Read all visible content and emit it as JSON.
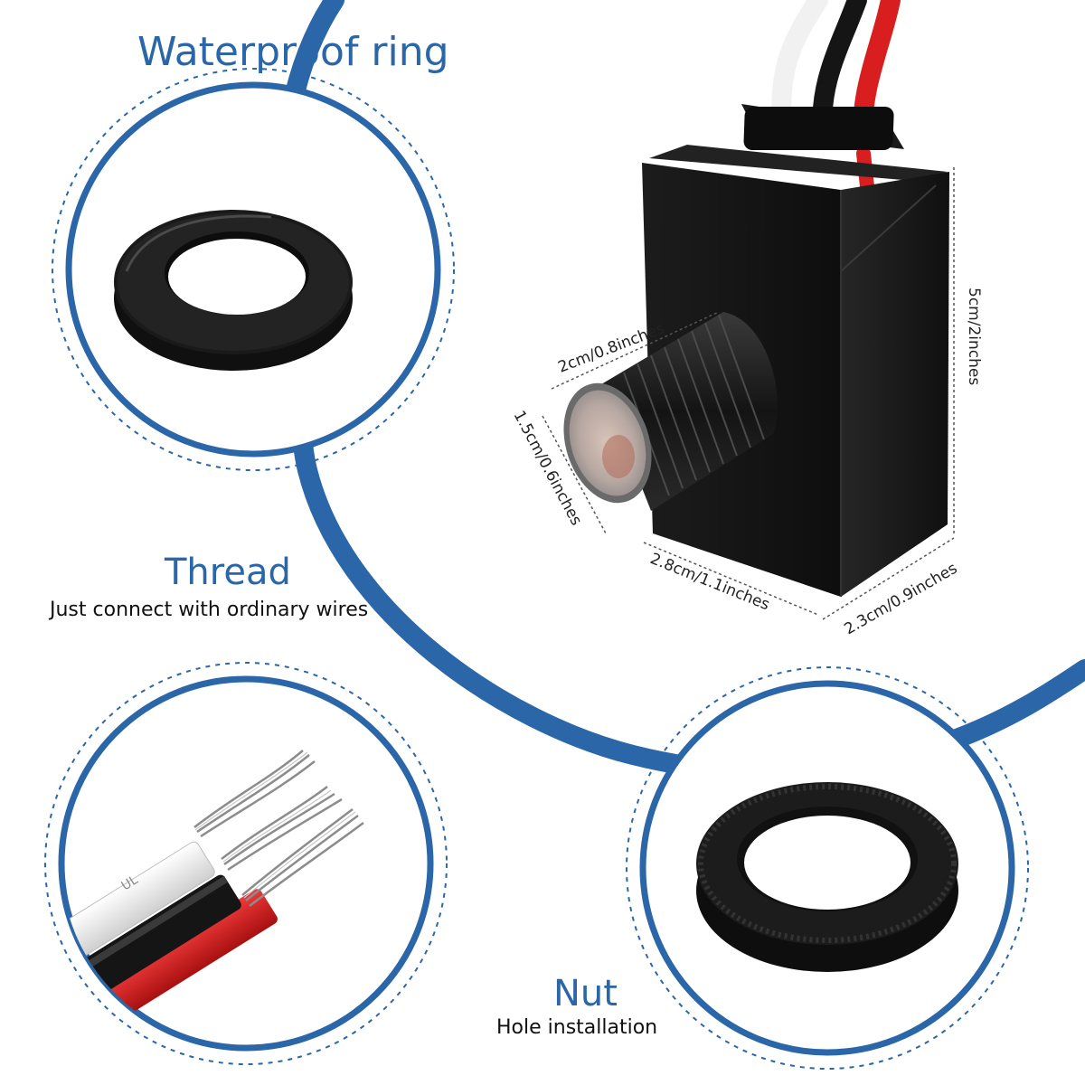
{
  "colors": {
    "accent": "#2a66a8",
    "background": "#ffffff",
    "product_body": "#141414",
    "wire_white": "#f2f2f2",
    "wire_black": "#151515",
    "wire_red": "#d81e1e"
  },
  "callouts": {
    "waterproof_ring": {
      "title": "Waterproof ring"
    },
    "thread": {
      "title": "Thread",
      "subtitle": "Just connect with ordinary wires"
    },
    "nut": {
      "title": "Nut",
      "subtitle": "Hole installation"
    }
  },
  "dimensions": {
    "lens_width": "2cm/0.8inches",
    "lens_depth": "1.5cm/0.6inches",
    "height": "5cm/2inches",
    "length": "2.8cm/1.1inches",
    "width": "2.3cm/0.9inches"
  },
  "wire_print": "UL"
}
